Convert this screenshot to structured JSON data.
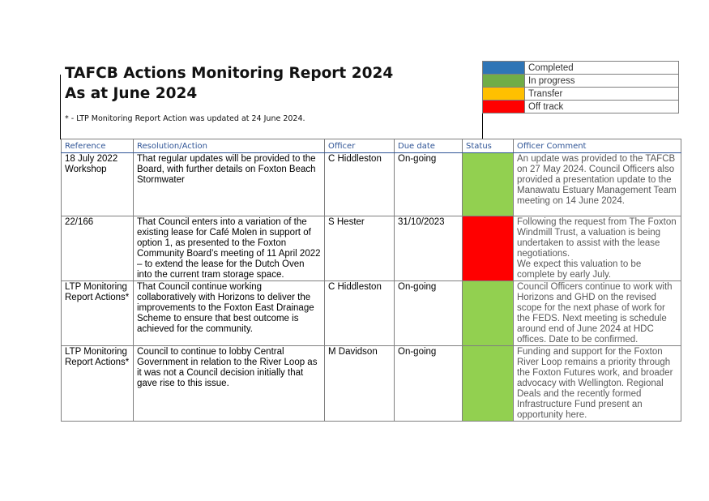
{
  "report": {
    "title_line1": "TAFCB Actions Monitoring Report 2024",
    "title_line2": "As at June 2024",
    "footnote": "* - LTP Monitoring Report Action was updated at 24 June 2024."
  },
  "legend": [
    {
      "label": "Completed",
      "color": "#2e75b6"
    },
    {
      "label": "In progress",
      "color": "#70ad47"
    },
    {
      "label": "Transfer",
      "color": "#ffc000"
    },
    {
      "label": "Off track",
      "color": "#ff0000"
    }
  ],
  "columns": [
    "Reference",
    "Resolution/Action",
    "Officer",
    "Due date",
    "Status",
    "Officer Comment"
  ],
  "rows": [
    {
      "reference": "18 July 2022 Workshop",
      "resolution": "That regular updates will be provided to the Board, with further details on Foxton Beach Stormwater",
      "officer": "C Hiddleston",
      "due": "On-going",
      "status": "In progress",
      "status_color": "#92d050",
      "comment": "An update was provided to the TAFCB on 27 May 2024. Council Officers also provided a presentation update to the Manawatu Estuary Management Team meeting on 14 June 2024."
    },
    {
      "reference": "22/166",
      "resolution": "That Council enters into a variation of the existing lease for Café Molen in support of option 1, as presented to the Foxton Community Board’s meeting of 11 April 2022 – to extend the lease for the Dutch Oven into the current tram storage space.",
      "officer": "S Hester",
      "due": "31/10/2023",
      "status": "Off track",
      "status_color": "#ff0000",
      "comment": "Following the request from The Foxton Windmill Trust, a valuation is being undertaken to assist with the lease negotiations.",
      "comment2": "We expect this valuation to be complete by early July."
    },
    {
      "reference": "LTP Monitoring Report Actions*",
      "resolution": "That Council continue working collaboratively with Horizons to deliver the improvements to the Foxton East Drainage Scheme to ensure that best outcome is achieved for the community.",
      "officer": "C Hiddleston",
      "due": "On-going",
      "status": "In progress",
      "status_color": "#92d050",
      "comment": "Council Officers continue to work with Horizons and GHD on the revised scope for the next phase of work for the FEDS. Next meeting is schedule around end of June 2024 at HDC offices. Date to be confirmed."
    },
    {
      "reference": "LTP Monitoring Report Actions*",
      "resolution": "Council to continue to lobby Central Government in relation to the River Loop as it was not a Council decision initially that gave rise to this issue.",
      "officer": "M Davidson",
      "due": "On-going",
      "status": "In progress",
      "status_color": "#92d050",
      "comment": "Funding and support for the Foxton River Loop remains a priority through the Foxton Futures work, and broader advocacy with Wellington. Regional Deals and the recently formed Infrastructure Fund present an opportunity here."
    }
  ]
}
